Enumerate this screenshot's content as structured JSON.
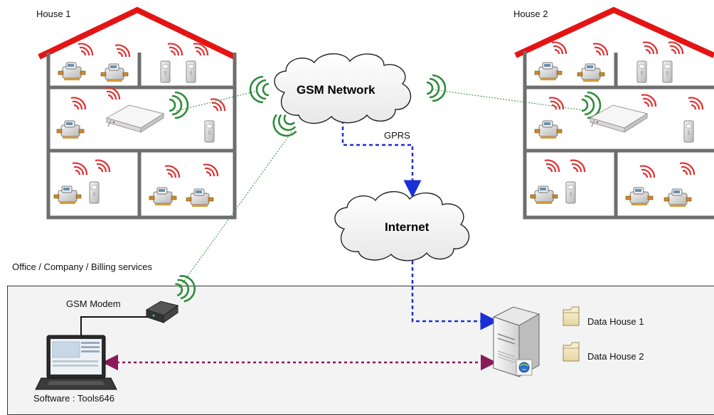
{
  "house1": {
    "label": "House 1"
  },
  "house2": {
    "label": "House 2"
  },
  "network": {
    "gsm_label": "GSM Network",
    "gprs_label": "GPRS",
    "internet_label": "Internet"
  },
  "office": {
    "label": "Office / Company / Billing services",
    "modem_label": "GSM Modem",
    "software_label": "Software : Tools646",
    "folders": [
      "Data House 1",
      "Data House 2"
    ]
  },
  "colors": {
    "roof": "#e41414",
    "wall": "#6e6e6e",
    "wireless_red": "#e03030",
    "wireless_green": "#2e8b3a",
    "gsm_link": "#2e8b3a",
    "gprs_link": "#1a2fd6",
    "lan_link": "#8a1a5a"
  }
}
